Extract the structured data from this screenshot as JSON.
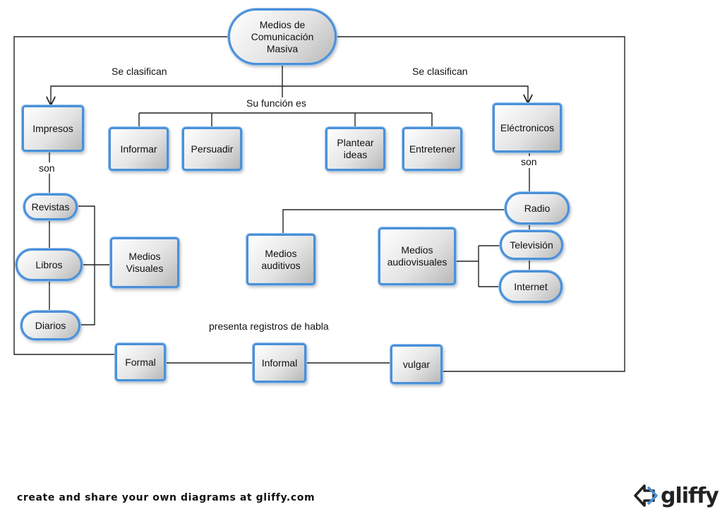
{
  "diagram": {
    "root": "Medios de\nComunicación\nMasiva",
    "labels": {
      "clasifican_left": "Se clasifican",
      "clasifican_right": "Se clasifican",
      "funcion": "Su función es",
      "son_left": "son",
      "son_right": "son",
      "registros": "presenta registros de habla"
    },
    "categories": {
      "impresos": "Impresos",
      "electronicos": "Eléctronicos"
    },
    "functions": [
      "Informar",
      "Persuadir",
      "Plantear\nideas",
      "Entretener"
    ],
    "print_media": [
      "Revistas",
      "Libros",
      "Diarios"
    ],
    "visual_media": "Medios\nVisuales",
    "electronic_media": [
      "Radio",
      "Televisión",
      "Internet"
    ],
    "audio_media": "Medios\nauditivos",
    "audiovisual_media": "Medios\naudiovisuales",
    "speech_registers": [
      "Formal",
      "Informal",
      "vulgar"
    ]
  },
  "footer": {
    "tagline": "create and share your own diagrams at gliffy.com",
    "brand": "gliffy"
  },
  "colors": {
    "node_border": "#4a90d9",
    "line": "#222222"
  }
}
